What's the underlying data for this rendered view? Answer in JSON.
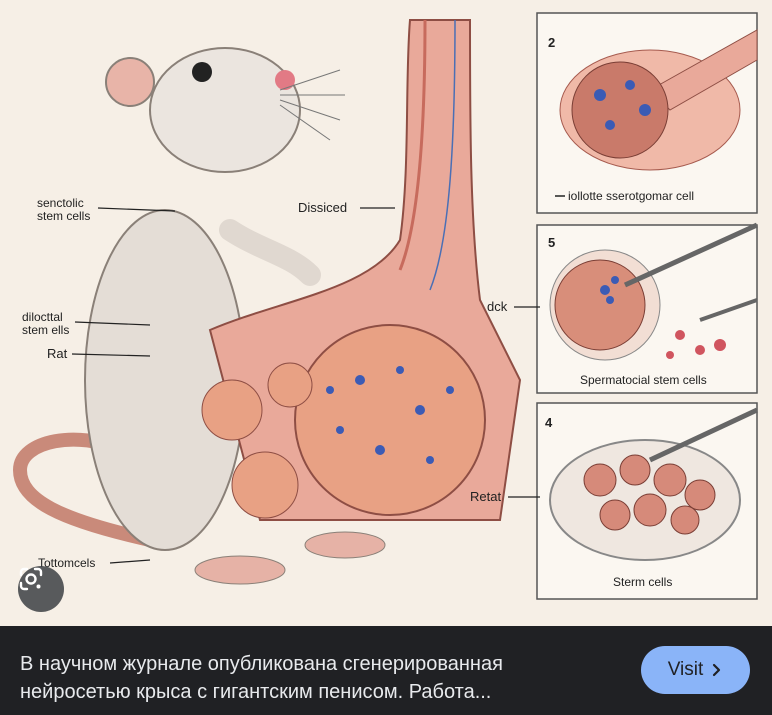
{
  "illustration": {
    "labels": {
      "senctolic": "senctolic",
      "stem_cells_1": "stem cells",
      "dissiced": "Dissiced",
      "diloctal": "dilocttal",
      "stem_ells": "stem ells",
      "rat": "Rat",
      "dck": "dck",
      "retat": "Retat",
      "tottomcels": "Tottomcels",
      "panel2_number": "2",
      "panel2_caption": "iollotte sserotgomar cell",
      "panel5_number": "5",
      "panel5_caption": "Spermatocial stem cells",
      "panel4_number": "4",
      "panel4_caption": "Sterm cells"
    }
  },
  "lens_button": {
    "icon": "google-lens-icon"
  },
  "caption": {
    "line1": "В научном журнале опубликована сгенерированная",
    "line2": "нейросетью крыса с гигантским пенисом. Работа..."
  },
  "visit_button": {
    "label": "Visit",
    "icon": "chevron-right-icon"
  },
  "colors": {
    "accent": "#8ab4f8",
    "background": "#202124",
    "caption_text": "#e8eaed"
  }
}
